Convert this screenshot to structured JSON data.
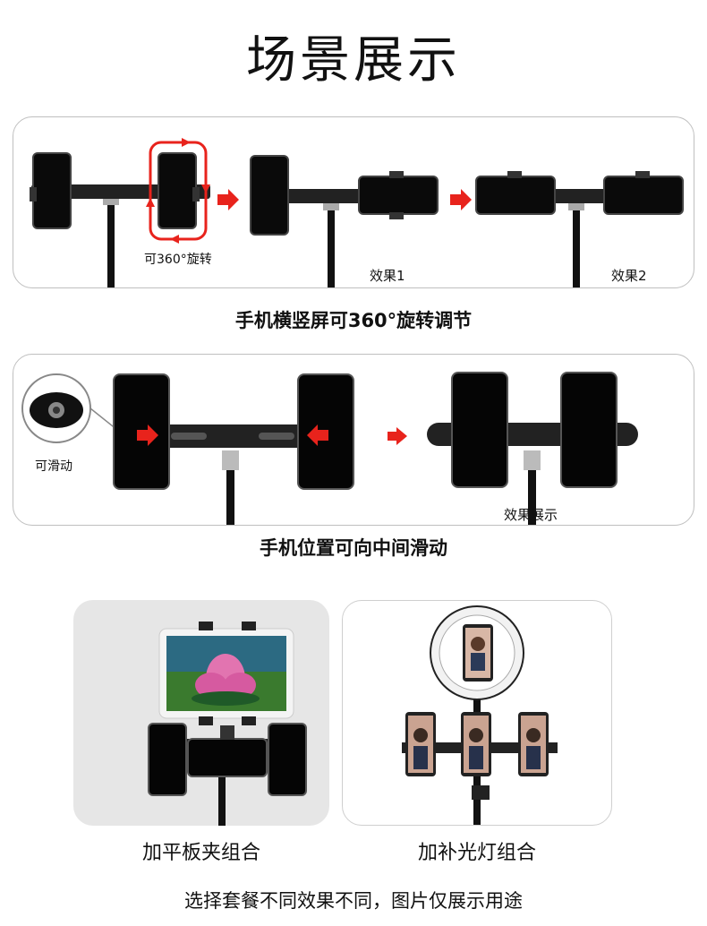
{
  "page_title": "场景展示",
  "section1": {
    "rotate_label": "可360°旋转",
    "effect1_label": "效果1",
    "effect2_label": "效果2",
    "caption": "手机横竖屏可360°旋转调节"
  },
  "section2": {
    "slide_label": "可滑动",
    "effect_label": "效果展示",
    "caption": "手机位置可向中间滑动"
  },
  "combos": {
    "tablet_caption": "加平板夹组合",
    "ringlight_caption": "加补光灯组合"
  },
  "footer_note": "选择套餐不同效果不同，图片仅展示用途",
  "colors": {
    "arrow": "#e8231c",
    "panel_border": "#bfbfbf",
    "tile_gray": "#e6e6e6"
  }
}
